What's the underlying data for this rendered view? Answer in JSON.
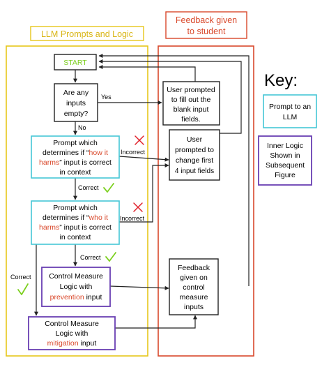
{
  "colors": {
    "yellow": "#e6c619",
    "orange": "#d9482b",
    "cyan": "#45c6d6",
    "purple": "#6a3fb2",
    "green": "#7dd020",
    "red": "#e0212a",
    "stroke": "#222222"
  },
  "regions": {
    "llm_title": "LLM Prompts and Logic",
    "feedback_title_line1": "Feedback given",
    "feedback_title_line2": "to student"
  },
  "nodes": {
    "start": "START",
    "empty_q": [
      "Are any",
      "inputs",
      "empty?"
    ],
    "how_prompt": {
      "l1": "Prompt which",
      "l2a": "determines if “",
      "l2b": "how it",
      "l3a": "harms",
      "l3b": "” input is correct",
      "l4": "in context"
    },
    "who_prompt": {
      "l1": "Prompt which",
      "l2a": "determines if “",
      "l2b": "who it",
      "l3a": "harms",
      "l3b": "” input is correct",
      "l4": "in context"
    },
    "prevention": {
      "l1": "Control Measure",
      "l2": "Logic with",
      "l3a": "prevention",
      "l3b": " input"
    },
    "mitigation": {
      "l1": "Control Measure",
      "l2": "Logic with",
      "l3a": "mitigation",
      "l3b": " input"
    },
    "fill_blank": [
      "User prompted",
      "to fill out the",
      "blank input",
      "fields."
    ],
    "change_four": [
      "User",
      "prompted to",
      "change first",
      "4 input fields"
    ],
    "feedback_cm": [
      "Feedback",
      "given on",
      "control",
      "measure",
      "inputs"
    ]
  },
  "labels": {
    "yes": "Yes",
    "no": "No",
    "incorrect1": "Incorrect",
    "incorrect2": "Incorrect",
    "correct1": "Correct",
    "correct2": "Correct",
    "correct3": "Correct"
  },
  "key": {
    "title": "Key:",
    "llm": [
      "Prompt to an",
      "LLM"
    ],
    "logic": [
      "Inner Logic",
      "Shown in",
      "Subsequent",
      "Figure"
    ]
  },
  "icons": {
    "cross": "cross-icon",
    "check": "checkmark-icon"
  }
}
